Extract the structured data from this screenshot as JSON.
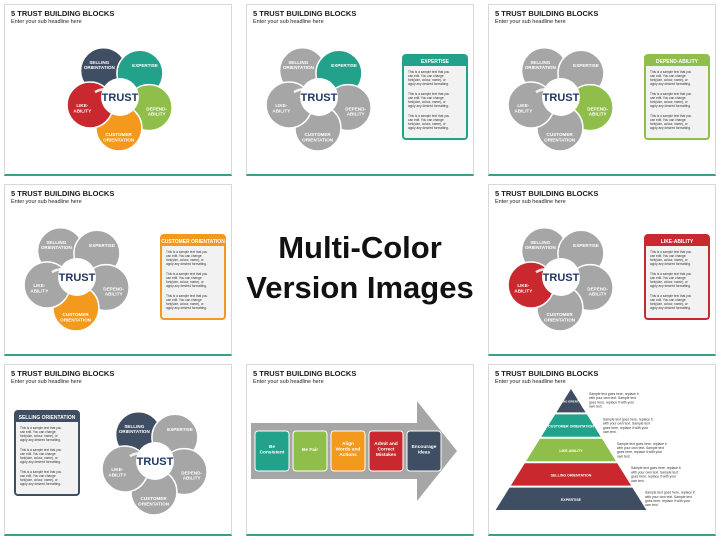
{
  "common": {
    "title": "5 TRUST BUILDING BLOCKS",
    "subtitle": "Enter your sub headline here",
    "trust": "TRUST",
    "labels": {
      "selling": "SELLING ORIENTATION",
      "expertise": "EXPERTISE",
      "depend": "DEPEND-ABILITY",
      "customer": "CUSTOMER ORIENTATION",
      "like": "LIKE-ABILITY"
    },
    "sample_para": "This is a sample text that you can edit. You can change font(size, colour, name), or apply any desired formatting."
  },
  "colors": {
    "selling": "#3f4e63",
    "expertise": "#22a28a",
    "depend": "#8fbf4a",
    "customer": "#f39a1e",
    "like": "#c9282f",
    "grey": "#a6a6a6",
    "trust_text": "#1f3864"
  },
  "center": {
    "line1": "Multi-Color",
    "line2": "Version Images"
  },
  "panels": {
    "expertise": "EXPERTISE",
    "depend": "DEPEND-ABILITY",
    "customer": "CUSTOMER ORIENTATION",
    "like": "LIKE-ABILITY",
    "selling": "SELLING ORIENTATION"
  },
  "arrow": {
    "steps": [
      "Be Consistent",
      "Be Fair",
      "Align Words and Actions",
      "Admit and Correct Mistakes",
      "Encourage Ideas"
    ]
  },
  "pyramid": {
    "levels": [
      "SELLING ORIENTATION",
      "CUSTOMER ORIENTATION",
      "LIKE-ABILITY",
      "SELLING ORIENTATION",
      "EXPERTISE"
    ],
    "sample": "Sample text goes here, replace it with your own text. Sample text goes here, replace it with your own text."
  }
}
